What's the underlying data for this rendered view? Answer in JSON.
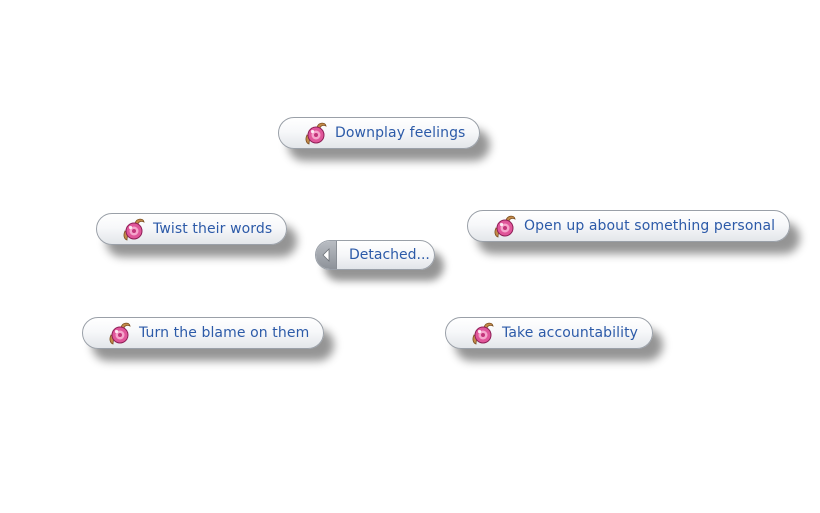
{
  "center": {
    "label": "Detached..."
  },
  "options": [
    {
      "label": "Downplay feelings",
      "icon": "mischief-interaction-icon"
    },
    {
      "label": "Twist their words",
      "icon": "mischief-interaction-icon"
    },
    {
      "label": "Open up about something personal",
      "icon": "mischief-interaction-icon"
    },
    {
      "label": "Turn the blame on them",
      "icon": "mischief-interaction-icon"
    },
    {
      "label": "Take accountability",
      "icon": "mischief-interaction-icon"
    }
  ],
  "colors": {
    "label_text": "#2c5aa8",
    "icon_pink": "#e0569a",
    "icon_tan": "#c48a4a"
  }
}
